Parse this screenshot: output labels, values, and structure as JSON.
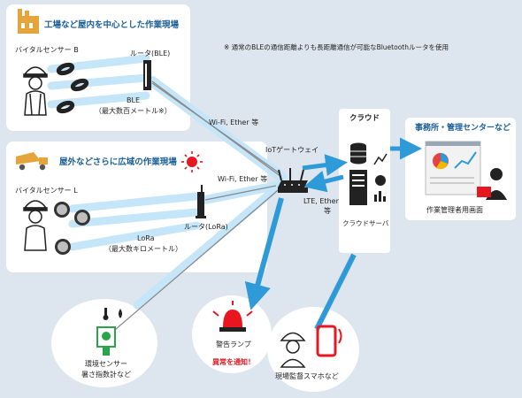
{
  "note": "※ 通常のBLEの通信距離よりも長距離通信が可能なBluetoothルータを使用",
  "indoor": {
    "title": "工場など屋内を中心とした作業現場",
    "sensor_label": "バイタルセンサー B",
    "router_label": "ルータ(BLE)",
    "ble_label": "BLE",
    "ble_range": "（最大数百メートル※）"
  },
  "outdoor": {
    "title": "屋外などさらに広域の作業現場",
    "sensor_label": "バイタルセンサー L",
    "router_label": "ルータ(LoRa)",
    "lora_label": "LoRa",
    "lora_range": "（最大数キロメートル）"
  },
  "links": {
    "wifi_upper": "Wi-Fi, Ether 等",
    "wifi_lower": "Wi-Fi, Ether 等",
    "iot_gateway": "IoTゲートウェイ",
    "lte_line1": "LTE, Ether",
    "lte_line2": "等"
  },
  "cloud": {
    "title": "クラウド",
    "server_label": "クラウドサーバ"
  },
  "office": {
    "title": "事務所・管理センターなど",
    "screen_label": "作業管理者用画面"
  },
  "env_sensor": {
    "line1": "環境センサー",
    "line2": "暑さ指数計など"
  },
  "alarm": {
    "label": "警告ランプ",
    "notify": "異常を通知！"
  },
  "supervisor": {
    "label": "現場監督スマホなど"
  },
  "colors": {
    "background": "#dde6ef",
    "link_blue": "#2e9ad8",
    "link_light": "#c4e6f8",
    "title_blue": "#1a5e96",
    "alert_red": "#e8161f",
    "dark_line": "#7a7a7a"
  }
}
